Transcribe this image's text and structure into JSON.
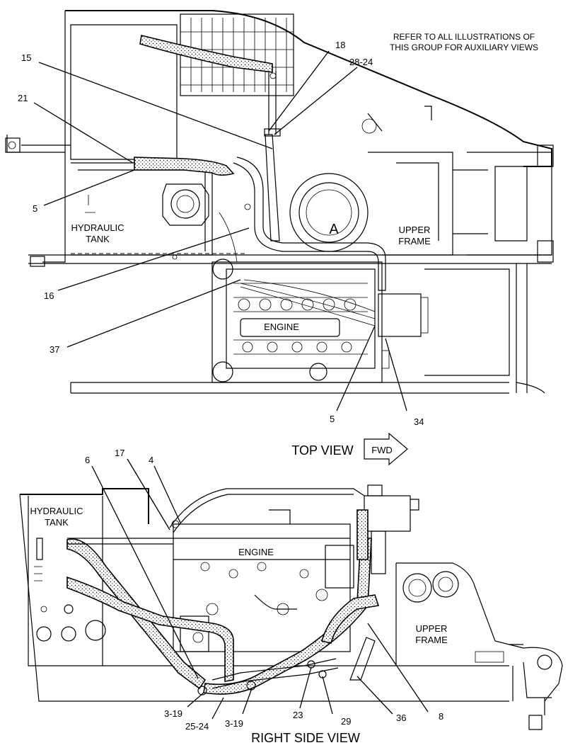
{
  "note": {
    "line1": "REFER TO ALL ILLUSTRATIONS OF",
    "line2": "THIS GROUP FOR AUXILIARY VIEWS"
  },
  "top_view": {
    "title": "TOP VIEW",
    "fwd": "FWD",
    "labels": {
      "hydraulic": "HYDRAULIC",
      "tank": "TANK",
      "upper": "UPPER",
      "frame": "FRAME",
      "engine": "ENGINE",
      "section": "A"
    },
    "callouts": {
      "c15": "15",
      "c18": "18",
      "c28": "28-24",
      "c21": "21",
      "c5a": "5",
      "c16": "16",
      "c37": "37",
      "c5b": "5",
      "c34": "34"
    }
  },
  "side_view": {
    "title": "RIGHT SIDE VIEW",
    "labels": {
      "hydraulic": "HYDRAULIC",
      "tank": "TANK",
      "upper": "UPPER",
      "frame": "FRAME",
      "engine": "ENGINE"
    },
    "callouts": {
      "c6": "6",
      "c17": "17",
      "c4": "4",
      "c319a": "3-19",
      "c2524": "25-24",
      "c319b": "3-19",
      "c23": "23",
      "c29": "29",
      "c36": "36",
      "c8": "8"
    }
  }
}
